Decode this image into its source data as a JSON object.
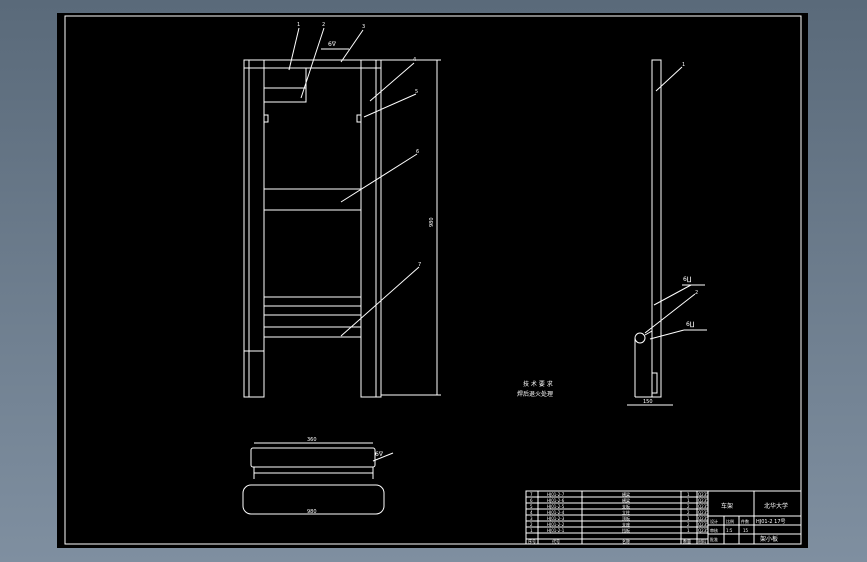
{
  "drawing": {
    "line_color": "#ffffff",
    "background_color": "#000000",
    "viewport_color": "#6b7b8c",
    "leader_numbers": {
      "front_top_1": "1",
      "front_top_2": "2",
      "front_top_3": "3",
      "front_right_4": "4",
      "front_right_5": "5",
      "front_mid_6": "6",
      "front_low_7": "7",
      "side_top_1": "1",
      "side_mid_2": "2"
    },
    "weld_symbols": {
      "front_top": "6∇",
      "side_upper": "6∐",
      "side_lower": "6∐",
      "bottom_view": "6∇"
    },
    "dimensions": {
      "front_height": "980",
      "side_width": "150",
      "bottom_width": "360",
      "bottom_label": "980"
    },
    "notes": {
      "title": "技 术 要 求",
      "line1": "焊后退火处理"
    }
  },
  "title_block": {
    "school": "北华大学",
    "drawing_name": "车架",
    "drawing_number": "HJ01-2 17号",
    "drawing_subtitle": "架小板",
    "scale_header": "比例",
    "count_header": "件数",
    "scale_value": "1:5",
    "count_value": "15",
    "designer_label": "设计",
    "checker_label": "审核",
    "approver_label": "批准"
  },
  "bom": {
    "headers": [
      "序号",
      "代号",
      "名称",
      "数量",
      "材料"
    ],
    "rows": [
      {
        "no": "7",
        "code": "HJ01-2-7",
        "name": "横梁",
        "qty": "1",
        "mat": "Q235"
      },
      {
        "no": "6",
        "code": "HJ01-2-6",
        "name": "横梁",
        "qty": "1",
        "mat": "Q235"
      },
      {
        "no": "5",
        "code": "HJ01-2-5",
        "name": "支板",
        "qty": "2",
        "mat": "Q235"
      },
      {
        "no": "4",
        "code": "HJ01-2-4",
        "name": "立柱",
        "qty": "2",
        "mat": "Q235"
      },
      {
        "no": "3",
        "code": "HJ01-2-3",
        "name": "顶板",
        "qty": "1",
        "mat": "Q235"
      },
      {
        "no": "2",
        "code": "HJ01-2-2",
        "name": "支座",
        "qty": "2",
        "mat": "Q235"
      },
      {
        "no": "1",
        "code": "HJ01-2-1",
        "name": "挡板",
        "qty": "1",
        "mat": "Q235"
      }
    ]
  }
}
